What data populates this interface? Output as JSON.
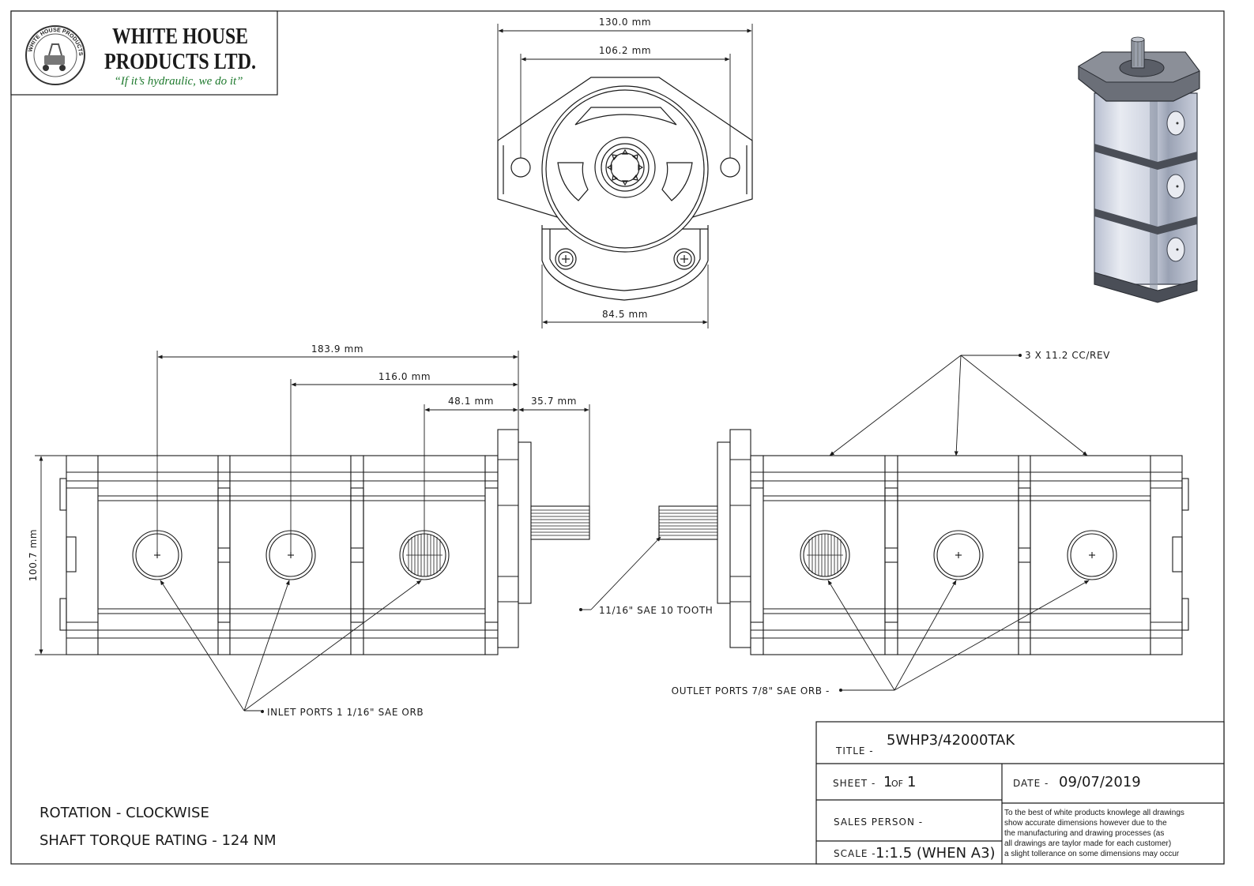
{
  "company": {
    "name_line1": "WHITE HOUSE",
    "name_line2": "PRODUCTS LTD.",
    "tagline": "“If it’s hydraulic, we do it”",
    "seal_text": "WHITE HOUSE PRODUCTS LTD"
  },
  "front_view": {
    "overall_width": "130.0 mm",
    "bolt_centers": "106.2 mm",
    "base_width": "84.5 mm"
  },
  "left_view": {
    "dim_outer": "183.9 mm",
    "dim_middle": "116.0 mm",
    "dim_inner": "48.1 mm",
    "shaft_length": "35.7 mm",
    "height": "100.7 mm",
    "inlet_callout": "INLET PORTS 1 1/16\" SAE ORB"
  },
  "right_view": {
    "displacement_callout": "3 X 11.2 CC/REV",
    "shaft_callout": "11/16\" SAE 10 TOOTH",
    "outlet_callout": "OUTLET PORTS 7/8\" SAE ORB -"
  },
  "notes": {
    "rotation": "ROTATION - CLOCKWISE",
    "torque": "SHAFT TORQUE RATING - 124 NM"
  },
  "title_block": {
    "title_label": "TITLE -",
    "title_value": "5WHP3/42000TAK",
    "sheet_label": "SHEET -",
    "sheet_num": "1",
    "sheet_of": "OF",
    "sheet_total": "1",
    "date_label": "DATE -",
    "date_value": "09/07/2019",
    "sales_label": "SALES PERSON -",
    "sales_value": "",
    "scale_label": "SCALE -",
    "scale_value": "1:1.5 (WHEN A3)",
    "disclaimer": [
      "To the best of white products knowlege all drawings",
      "show accurate dimensions however due to the",
      "the manufacturing and drawing processes (as",
      "all drawings are taylor made for each customer)",
      "a slight tollerance on some dimensions may occur"
    ]
  }
}
